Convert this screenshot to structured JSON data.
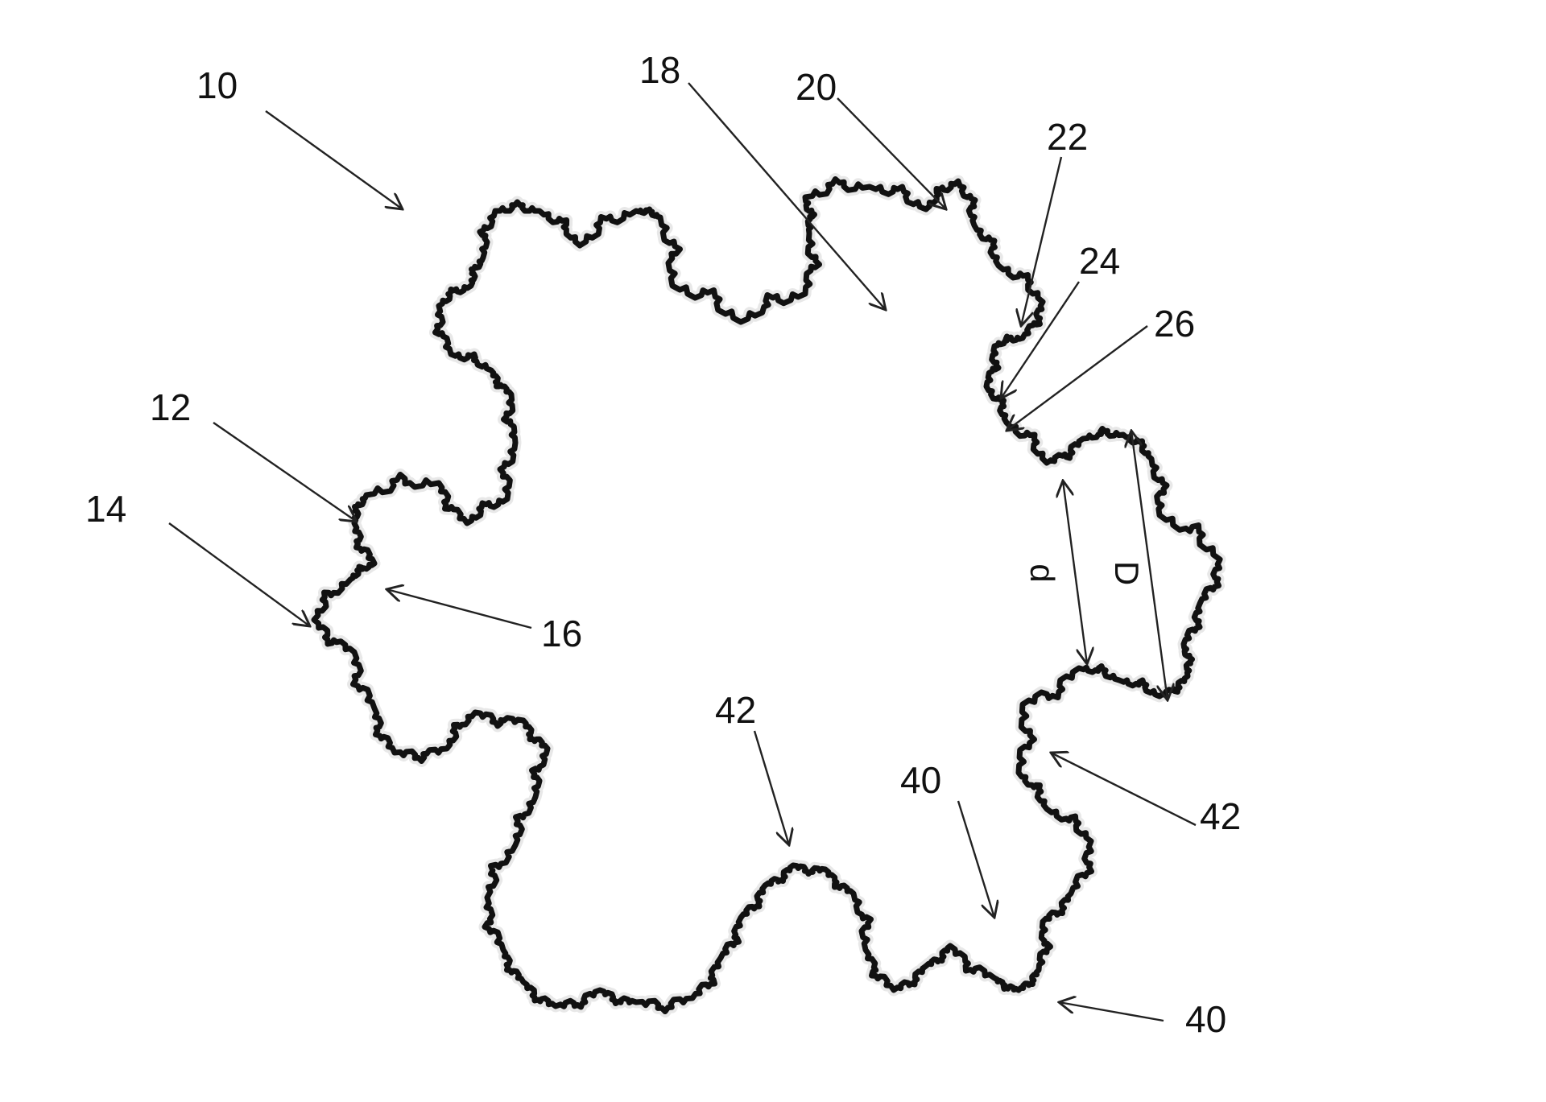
{
  "figure": {
    "reference_numerals": {
      "n10": "10",
      "n12": "12",
      "n14": "14",
      "n16": "16",
      "n18": "18",
      "n20": "20",
      "n22": "22",
      "n24": "24",
      "n26": "26",
      "n40_mid": "40",
      "n40_bottom": "40",
      "n42_mid": "42",
      "n42_right": "42"
    },
    "dimensions": {
      "inner": "d",
      "outer": "D"
    }
  },
  "colors": {
    "line": "#111111",
    "background": "#ffffff"
  }
}
